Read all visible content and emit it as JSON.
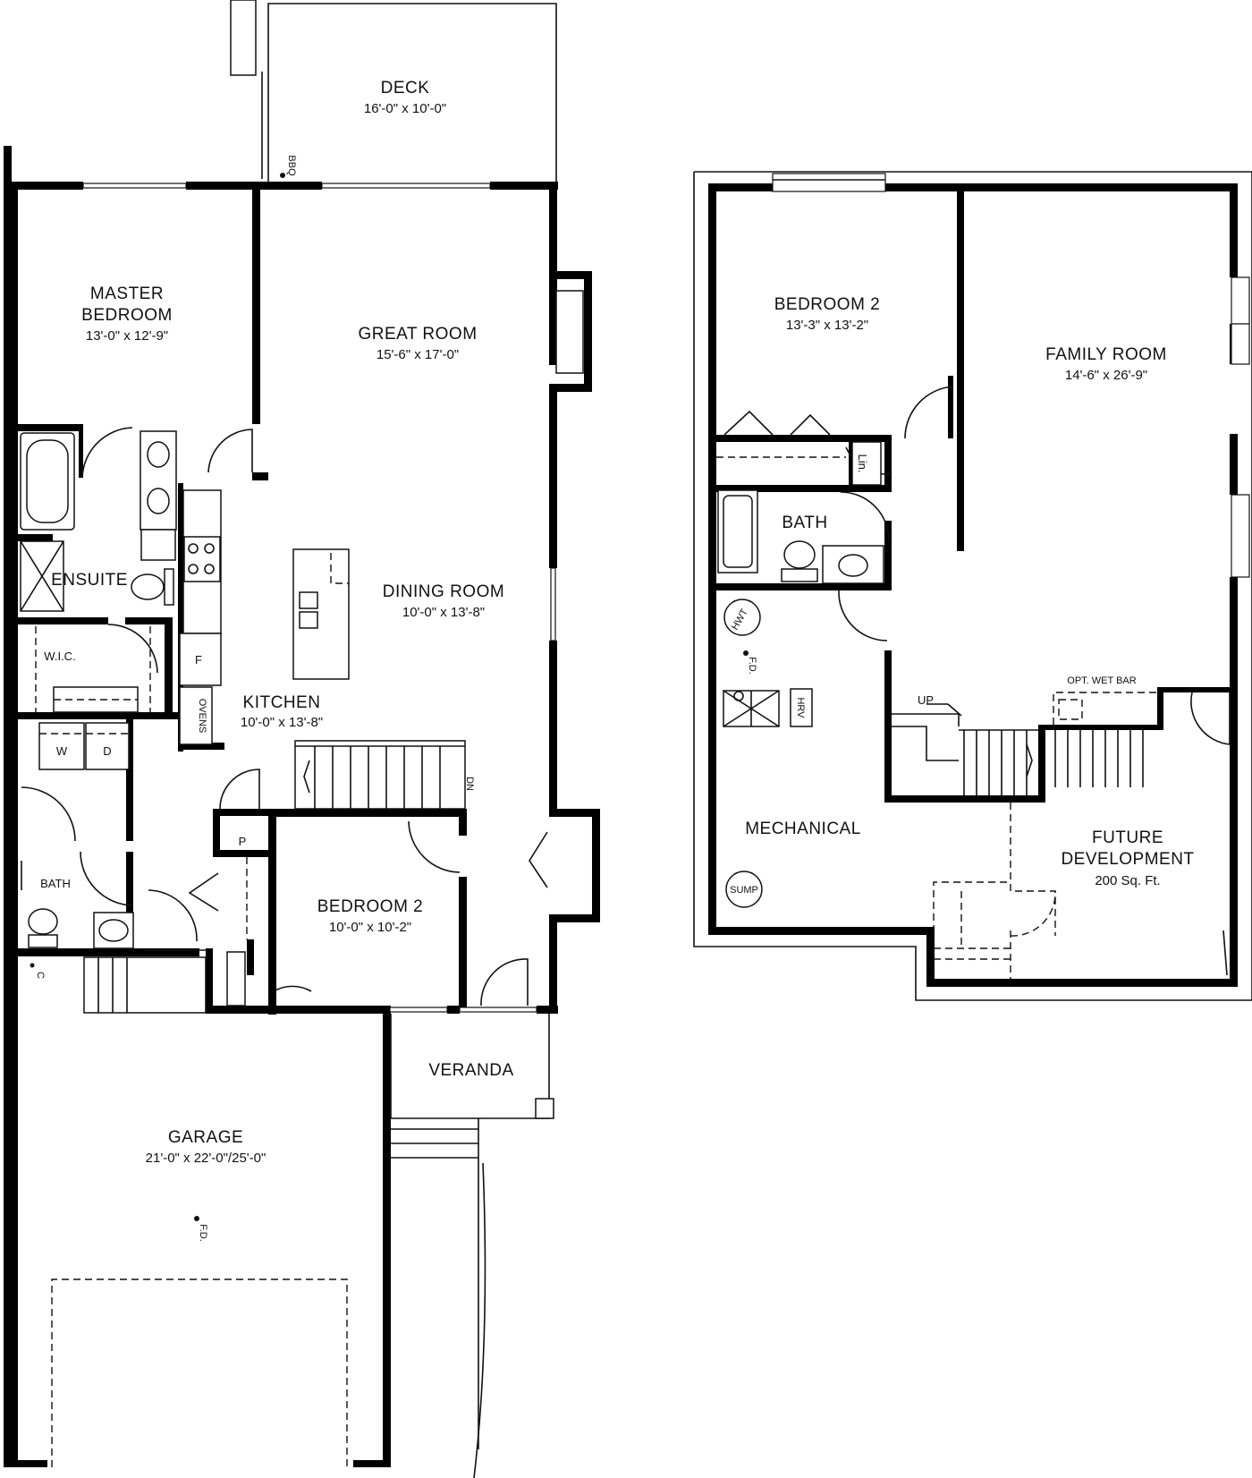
{
  "main_floor": {
    "rooms": [
      {
        "key": "deck",
        "name": "DECK",
        "size": "16'-0\" x 10'-0\""
      },
      {
        "key": "master",
        "name_lines": [
          "MASTER",
          "BEDROOM"
        ],
        "size": "13'-0\" x 12'-9\""
      },
      {
        "key": "great",
        "name": "GREAT ROOM",
        "size": "15'-6\" x 17'-0\""
      },
      {
        "key": "dining",
        "name": "DINING ROOM",
        "size": "10'-0\" x 13'-8\""
      },
      {
        "key": "kitchen",
        "name": "KITCHEN",
        "size": "10'-0\" x 13'-8\""
      },
      {
        "key": "bedroom2",
        "name": "BEDROOM 2",
        "size": "10'-0\" x 10'-2\""
      },
      {
        "key": "garage",
        "name": "GARAGE",
        "size": "21'-0\" x 22'-0\"/25'-0\""
      }
    ],
    "labels": {
      "ensuite": "ENSUITE",
      "wic": "W.I.C.",
      "washer": "W",
      "dryer": "D",
      "bath": "BATH",
      "fridge": "F",
      "ovens": "OVENS",
      "pantry": "P",
      "veranda": "VERANDA",
      "bbq": "BBQ",
      "down": "DN",
      "floor_drain": "F.D.",
      "closet_c": "C"
    }
  },
  "basement": {
    "rooms": [
      {
        "key": "bedroom2",
        "name": "BEDROOM 2",
        "size": "13'-3\" x 13'-2\""
      },
      {
        "key": "family",
        "name": "FAMILY ROOM",
        "size": "14'-6\" x 26'-9\""
      },
      {
        "key": "future",
        "name_lines": [
          "FUTURE",
          "DEVELOPMENT"
        ],
        "size": "200 Sq. Ft."
      }
    ],
    "labels": {
      "bath": "BATH",
      "linen": "Lin.",
      "mechanical": "MECHANICAL",
      "hwt": "HWT",
      "hrv": "HRV",
      "sump": "SUMP",
      "up": "UP",
      "wet_bar": "OPT. WET BAR",
      "floor_drain": "F.D."
    }
  }
}
